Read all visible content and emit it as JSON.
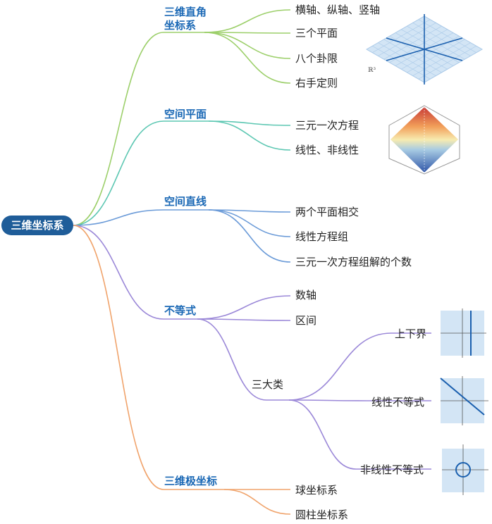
{
  "root": {
    "label": "三维坐标系"
  },
  "branches": {
    "cartesian": {
      "label": "三维直角坐标系",
      "label_line1": "三维直角",
      "label_line2": "坐标系",
      "color": "#9ccf6a",
      "items": [
        "横轴、纵轴、竖轴",
        "三个平面",
        "八个卦限",
        "右手定则"
      ],
      "figure_label": "ℝ³"
    },
    "plane": {
      "label": "空间平面",
      "color": "#5cc7b2",
      "items": [
        "三元一次方程",
        "线性、非线性"
      ]
    },
    "line": {
      "label": "空间直线",
      "color": "#6b9bd8",
      "items": [
        "两个平面相交",
        "线性方程组",
        "三元一次方程组解的个数"
      ]
    },
    "inequality": {
      "label": "不等式",
      "color": "#9b88d8",
      "items": [
        "数轴",
        "区间"
      ],
      "sub": {
        "label": "三大类",
        "items": [
          "上下界",
          "线性不等式",
          "非线性不等式"
        ]
      }
    },
    "polar": {
      "label": "三维极坐标",
      "color": "#f0a36b",
      "items": [
        "球坐标系",
        "圆柱坐标系"
      ]
    }
  },
  "icons": [
    "3d-grid-icon",
    "hexagon-surface-icon",
    "vertical-line-icon",
    "diagonal-line-icon",
    "circle-icon"
  ]
}
